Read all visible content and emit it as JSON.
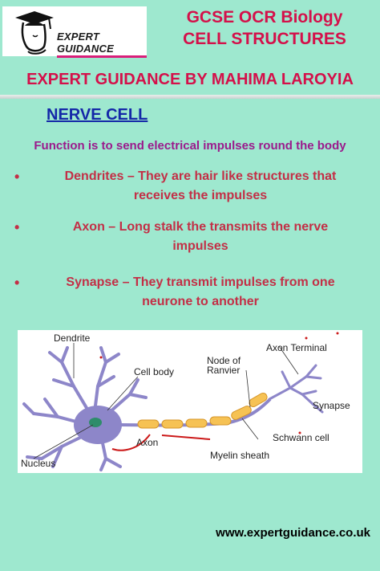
{
  "logo": {
    "text": "EXPERT GUIDANCE",
    "icon": "graduate-head-icon"
  },
  "header": {
    "line1": "GCSE OCR Biology",
    "line2": "CELL STRUCTURES",
    "subtitle": "EXPERT GUIDANCE BY MAHIMA LAROYIA"
  },
  "section_title": "NERVE CELL",
  "function_text": "Function is to send electrical impulses round the body",
  "bullets": [
    {
      "line1": "Dendrites – They are hair like structures that",
      "line2": "receives the impulses"
    },
    {
      "line1": "Axon – Long stalk the transmits the nerve",
      "line2": "impulses"
    },
    {
      "line1": "Synapse – They transmit impulses from one",
      "line2": "neurone to another"
    }
  ],
  "diagram": {
    "labels": {
      "dendrite": "Dendrite",
      "cell_body": "Cell body",
      "node1": "Node of",
      "node2": "Ranvier",
      "axon_terminal": "Axon Terminal",
      "synapse": "Synapse",
      "axon": "Axon",
      "schwann": "Schwann cell",
      "myelin": "Myelin sheath",
      "nucleus": "Nucleus"
    }
  },
  "footer": "www.expertguidance.co.uk",
  "colors": {
    "background": "#9ee8cf",
    "title_red": "#d4104a",
    "section_blue": "#1428a8",
    "function_purple": "#9b1a8c"
  }
}
